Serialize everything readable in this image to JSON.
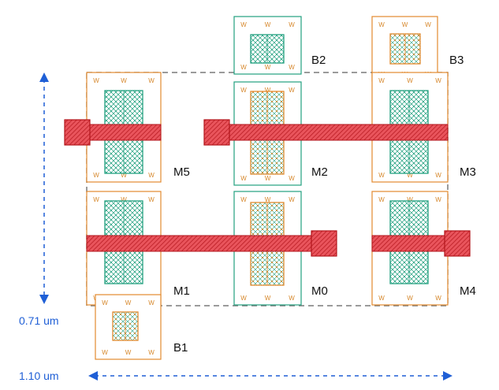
{
  "colors": {
    "orange_cell": "#e38a2e",
    "teal_cell": "#22a07f",
    "gate_fill": "#e9545c",
    "gate_dark": "#b3161c",
    "boundary_dash": "#7a7a7a",
    "dim_blue": "#1f5fd6",
    "contact_dot": "#e38a2e",
    "w_mark": "#d6872a"
  },
  "cells": {
    "m5": "M5",
    "m2": "M2",
    "m3": "M3",
    "m1": "M1",
    "m0": "M0",
    "m4": "M4",
    "b1": "B1",
    "b2": "B2",
    "b3": "B3"
  },
  "w_mark": "W",
  "dimensions": {
    "height": "0.71 um",
    "width": "1.10 um"
  }
}
